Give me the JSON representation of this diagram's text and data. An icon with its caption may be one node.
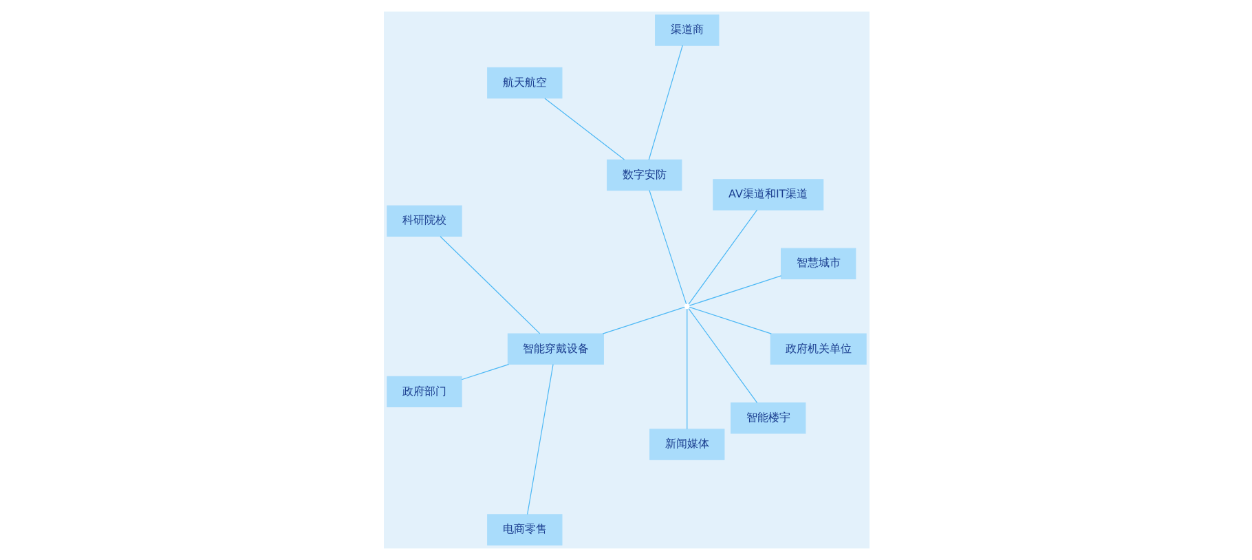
{
  "diagram": {
    "nodes": [
      {
        "text": [
          "智慧城市"
        ]
      },
      {
        "text": [
          "AV渠道和IT渠道"
        ]
      },
      {
        "text": [
          "渠道商"
        ]
      },
      {
        "text": [
          "科研院校"
        ]
      },
      {
        "text": [
          "数字安防"
        ]
      },
      {
        "text": [
          "智能穿戴设备"
        ]
      },
      {
        "text": [
          "航天航空"
        ]
      },
      {
        "text": [
          "政府部门"
        ]
      },
      {
        "text": [
          "新闻媒体"
        ]
      },
      {
        "text": [
          "电商零售"
        ]
      },
      {
        "text": [
          "智能楼宇"
        ]
      },
      {
        "text": [
          "政府机关单位"
        ]
      },
      {
        "text": [],
        "shape": "point"
      }
    ],
    "edges": [
      {
        "from": 0,
        "to": 12,
        "arrow": "none"
      },
      {
        "from": 1,
        "to": 12,
        "arrow": "none"
      },
      {
        "from": 2,
        "to": 4,
        "arrow": "none"
      },
      {
        "from": 3,
        "to": 5,
        "arrow": "none"
      },
      {
        "from": 4,
        "to": 12,
        "arrow": "none"
      },
      {
        "from": 5,
        "to": 12,
        "arrow": "none"
      },
      {
        "from": 6,
        "to": 4,
        "arrow": "none"
      },
      {
        "from": 7,
        "to": 5,
        "arrow": "none"
      },
      {
        "from": 8,
        "to": 12,
        "arrow": "none"
      },
      {
        "from": 9,
        "to": 5,
        "arrow": "none"
      },
      {
        "from": 10,
        "to": 12,
        "arrow": "none"
      },
      {
        "from": 11,
        "to": 12,
        "arrow": "none"
      }
    ]
  }
}
